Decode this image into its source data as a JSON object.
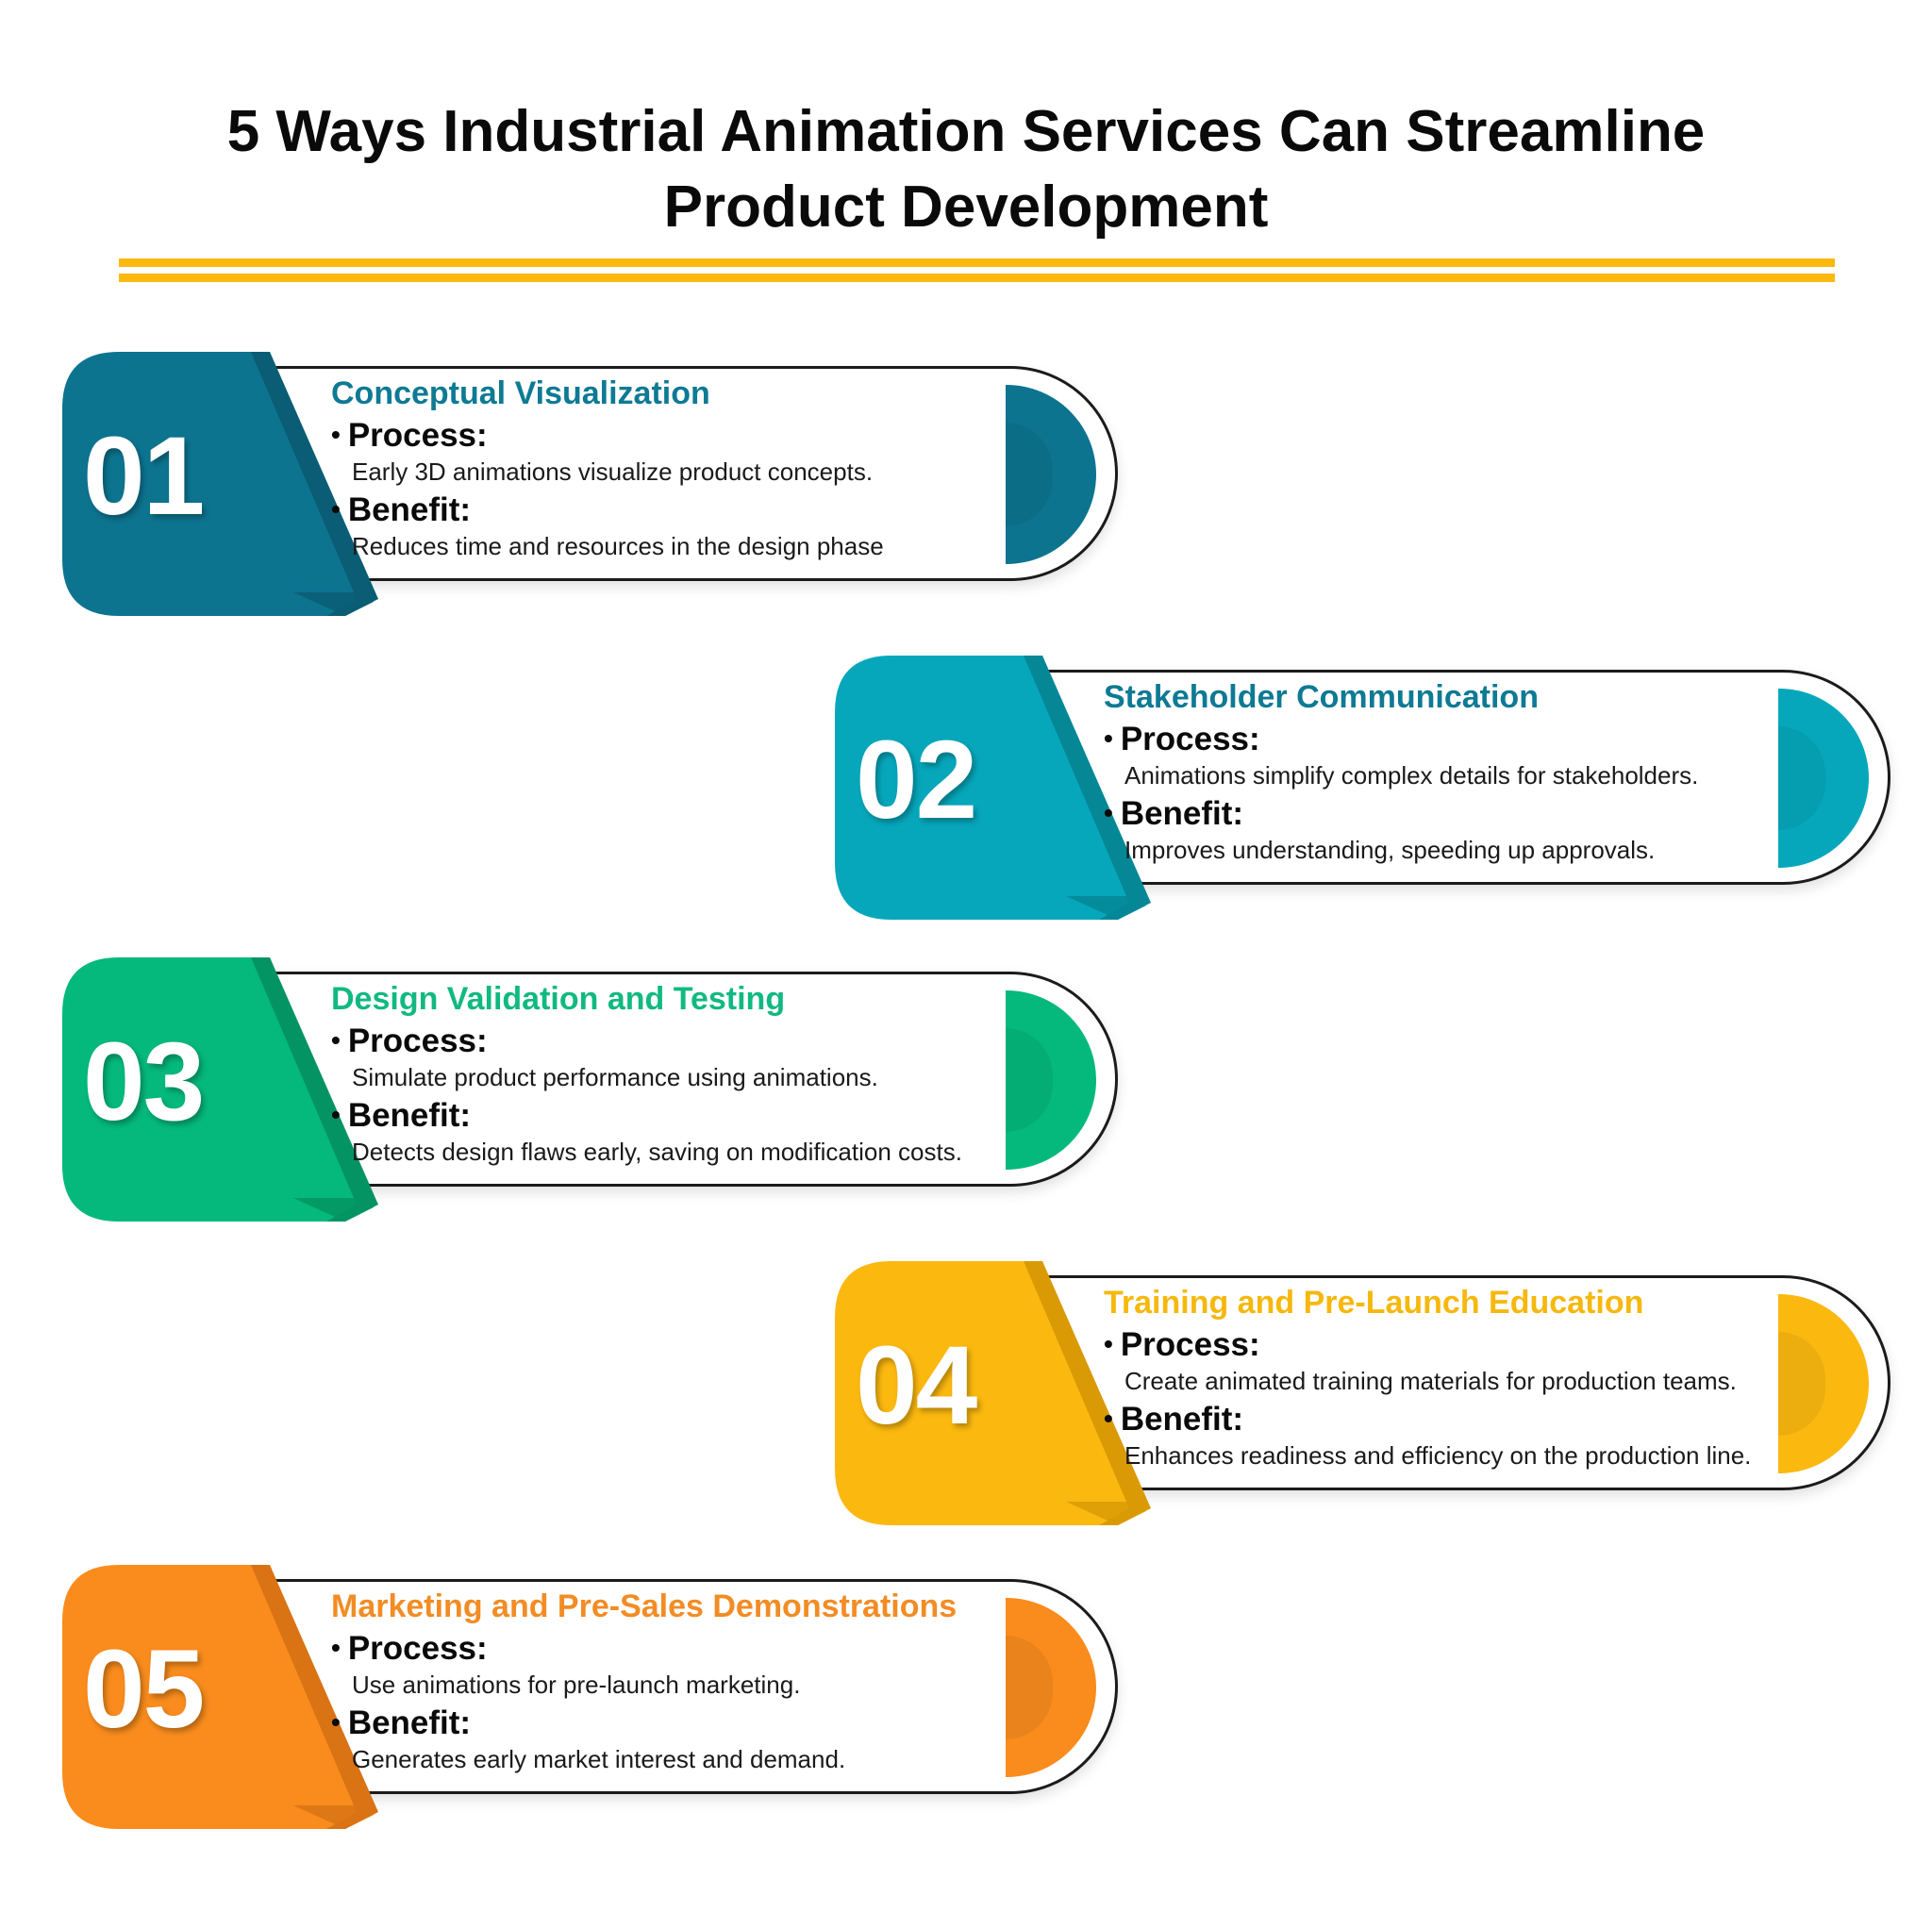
{
  "title": {
    "line1": "5 Ways Industrial Animation Services Can Streamline",
    "line2": "Product Development"
  },
  "colors": {
    "divider": "#fbb80f",
    "card1": "#0d7490",
    "card1_head": "#0e7a94",
    "card2": "#06a7bb",
    "card2_head": "#0e7a94",
    "card3": "#05b87c",
    "card3_head": "#10b981",
    "card4": "#fbb80f",
    "card4_head": "#f6b80c",
    "card5": "#f98c1d",
    "card5_head": "#f28c24"
  },
  "items": [
    {
      "number": "01",
      "heading": "Conceptual Visualization",
      "process_label": "Process:",
      "process_text": "Early 3D animations visualize product concepts.",
      "benefit_label": "Benefit:",
      "benefit_text": "Reduces time and resources in the design phase"
    },
    {
      "number": "02",
      "heading": "Stakeholder Communication",
      "process_label": "Process:",
      "process_text": "Animations simplify complex details for stakeholders.",
      "benefit_label": "Benefit:",
      "benefit_text": "Improves understanding, speeding up approvals."
    },
    {
      "number": "03",
      "heading": "Design Validation and Testing",
      "process_label": "Process:",
      "process_text": "Simulate product performance using animations.",
      "benefit_label": "Benefit:",
      "benefit_text": "Detects design flaws early, saving on modification costs."
    },
    {
      "number": "04",
      "heading": "Training and Pre-Launch Education",
      "process_label": "Process:",
      "process_text": "Create animated training materials for production teams.",
      "benefit_label": "Benefit:",
      "benefit_text": "Enhances readiness and efficiency on the production line."
    },
    {
      "number": "05",
      "heading": "Marketing and Pre-Sales Demonstrations",
      "process_label": "Process:",
      "process_text": "Use animations for pre-launch marketing.",
      "benefit_label": "Benefit:",
      "benefit_text": "Generates early market interest and demand."
    }
  ],
  "bullet": "•"
}
